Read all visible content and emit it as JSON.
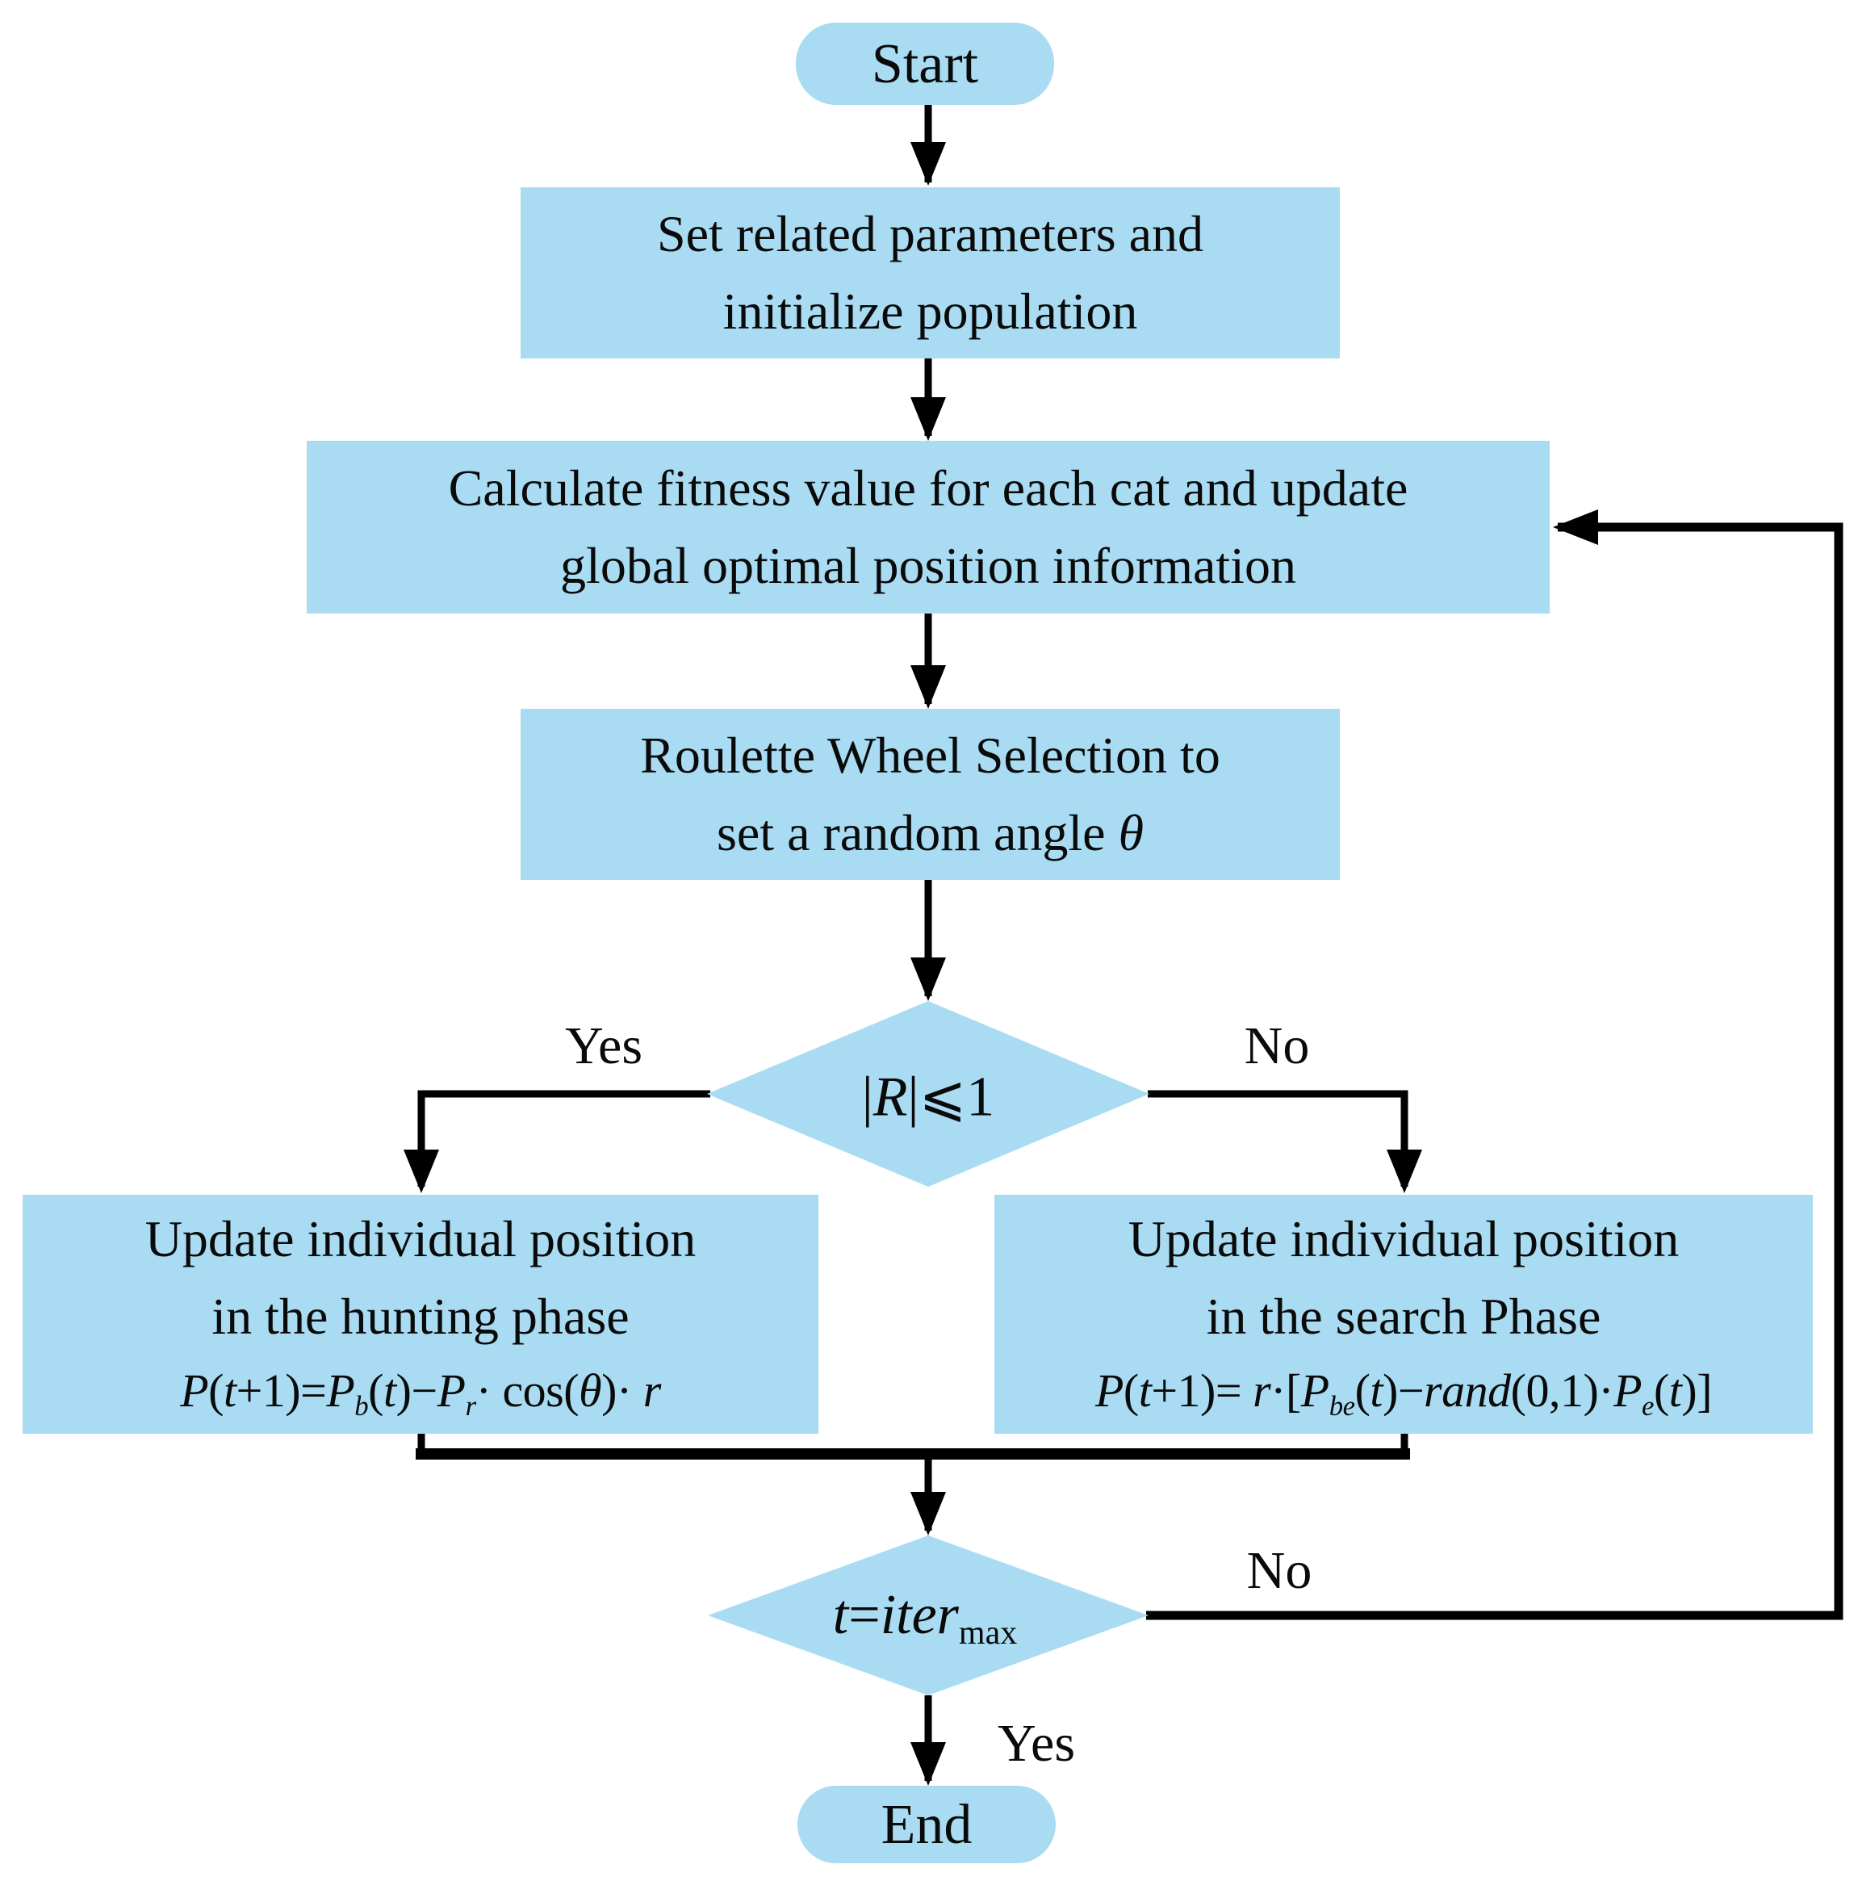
{
  "colors": {
    "node_fill": "#a9dcf2",
    "line": "#000000",
    "text": "#0a0a0a",
    "background": "#ffffff"
  },
  "nodes": {
    "start": {
      "label": "Start"
    },
    "init": {
      "line1": "Set related parameters and",
      "line2": "initialize population"
    },
    "fitness": {
      "line1": "Calculate fitness value for each cat and update",
      "line2": "global optimal position information"
    },
    "roulette": {
      "line1": "Roulette Wheel Selection to",
      "line2": [
        {
          "t": "set a random angle ",
          "s": "r"
        },
        {
          "t": "θ",
          "s": "i"
        }
      ]
    },
    "r_decision": {
      "condition": [
        {
          "t": "|",
          "s": "r"
        },
        {
          "t": "R",
          "s": "i"
        },
        {
          "t": "|⩽1",
          "s": "r"
        }
      ]
    },
    "hunting": {
      "line1": "Update individual position",
      "line2": "in the hunting phase",
      "formula": [
        {
          "t": "P",
          "s": "i"
        },
        {
          "t": "(",
          "s": "r"
        },
        {
          "t": "t",
          "s": "i"
        },
        {
          "t": "+1)=",
          "s": "r"
        },
        {
          "t": "P",
          "s": "i"
        },
        {
          "t": "b",
          "s": "isub"
        },
        {
          "t": "(",
          "s": "r"
        },
        {
          "t": "t",
          "s": "i"
        },
        {
          "t": ")−",
          "s": "r"
        },
        {
          "t": "P",
          "s": "i"
        },
        {
          "t": "r",
          "s": "isub"
        },
        {
          "t": "· cos(",
          "s": "r"
        },
        {
          "t": "θ",
          "s": "i"
        },
        {
          "t": ")· ",
          "s": "r"
        },
        {
          "t": "r",
          "s": "i"
        }
      ]
    },
    "search": {
      "line1": "Update individual position",
      "line2": "in the search Phase",
      "formula": [
        {
          "t": "P",
          "s": "i"
        },
        {
          "t": "(",
          "s": "r"
        },
        {
          "t": "t",
          "s": "i"
        },
        {
          "t": "+1)= ",
          "s": "r"
        },
        {
          "t": "r",
          "s": "i"
        },
        {
          "t": "·[",
          "s": "r"
        },
        {
          "t": "P",
          "s": "i"
        },
        {
          "t": "be",
          "s": "isub"
        },
        {
          "t": "(",
          "s": "r"
        },
        {
          "t": "t",
          "s": "i"
        },
        {
          "t": ")−",
          "s": "r"
        },
        {
          "t": "rand",
          "s": "i"
        },
        {
          "t": "(0,1)·",
          "s": "r"
        },
        {
          "t": "P",
          "s": "i"
        },
        {
          "t": "e",
          "s": "isub"
        },
        {
          "t": "(",
          "s": "r"
        },
        {
          "t": "t",
          "s": "i"
        },
        {
          "t": ")]",
          "s": "r"
        }
      ]
    },
    "iter_decision": {
      "condition": [
        {
          "t": "t",
          "s": "i"
        },
        {
          "t": "=",
          "s": "r"
        },
        {
          "t": "iter",
          "s": "i"
        },
        {
          "t": "max",
          "s": "sub"
        }
      ]
    },
    "end": {
      "label": "End"
    }
  },
  "edge_labels": {
    "r_yes": "Yes",
    "r_no": "No",
    "iter_no": "No",
    "iter_yes": "Yes"
  }
}
